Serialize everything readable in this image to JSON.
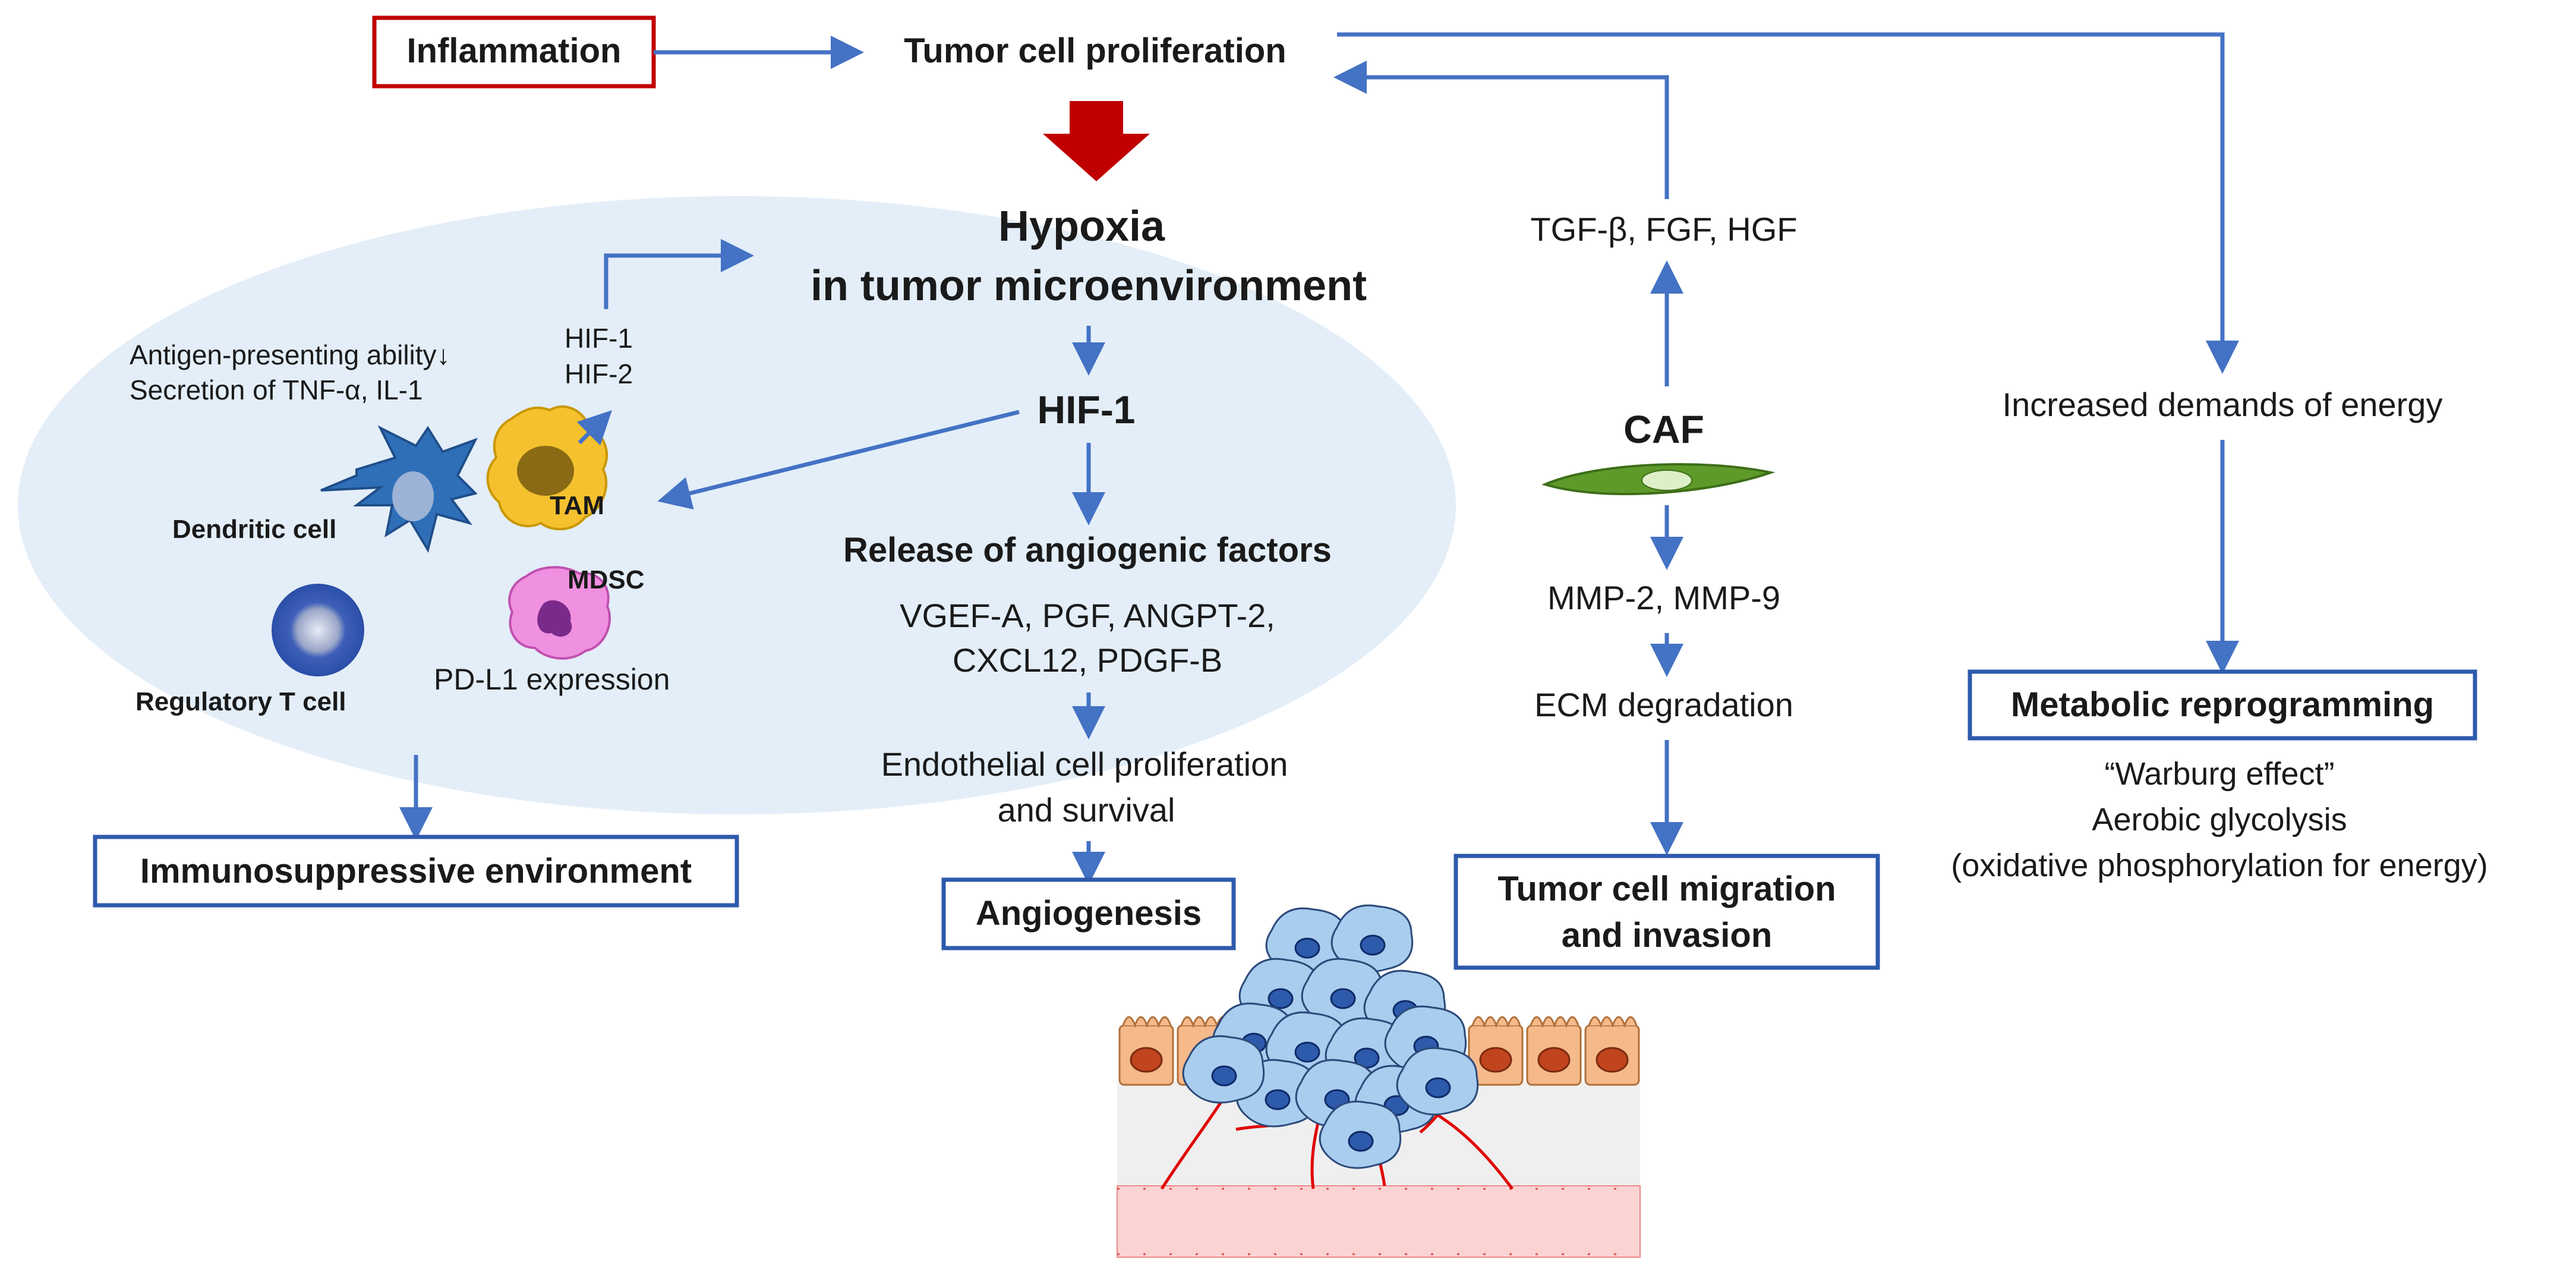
{
  "colors": {
    "arrow": "#4472C4",
    "box_red": "#C00000",
    "box_blue": "#2E5AAC",
    "big_arrow": "#C00000",
    "ellipse": "#E3EEF8",
    "caf_cell": "#5E9A2A"
  },
  "labels": {
    "inflammation": "Inflammation",
    "tumor_prolif": "Tumor cell proliferation",
    "hypoxia_1": "Hypoxia",
    "hypoxia_2": "in tumor microenvironment",
    "hif1_main": "HIF-1",
    "hif1_small": "HIF-1",
    "hif2_small": "HIF-2",
    "antigen_1": "Antigen-presenting ability↓",
    "antigen_2": "Secretion of TNF-α, IL-1",
    "dendritic": "Dendritic cell",
    "tam": "TAM",
    "mdsc": "MDSC",
    "treg": "Regulatory T cell",
    "pdl1": "PD-L1 expression",
    "immuno": "Immunosuppressive environment",
    "release": "Release of angiogenic factors",
    "factors_1": "VGEF-A, PGF, ANGPT-2,",
    "factors_2": "CXCL12, PDGF-B",
    "endo_1": "Endothelial cell proliferation",
    "endo_2": "and survival",
    "angio": "Angiogenesis",
    "tgf": "TGF-β, FGF, HGF",
    "caf": "CAF",
    "mmp": "MMP-2, MMP-9",
    "ecm": "ECM degradation",
    "migration_1": "Tumor cell migration",
    "migration_2": "and invasion",
    "energy": "Increased demands of energy",
    "metabolic": "Metabolic reprogramming",
    "warburg": "“Warburg effect”",
    "aerobic": "Aerobic glycolysis",
    "oxphos": "(oxidative phosphorylation for energy)"
  }
}
